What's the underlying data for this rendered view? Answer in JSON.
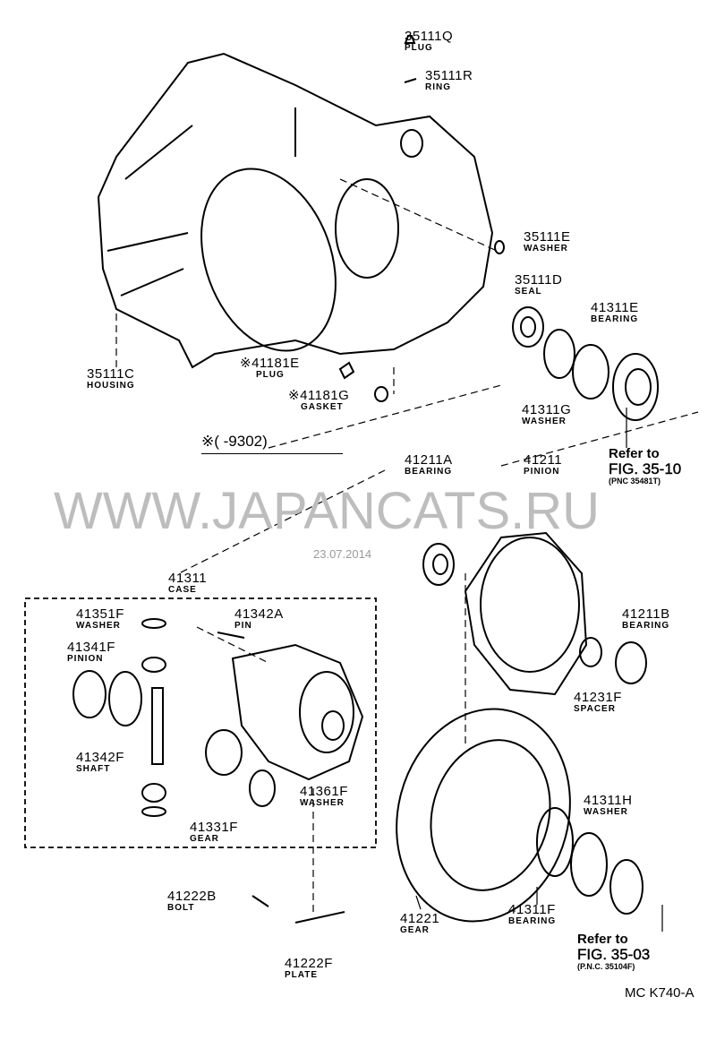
{
  "parts": {
    "p35111Q": {
      "num": "35111Q",
      "name": "PLUG"
    },
    "p35111R": {
      "num": "35111R",
      "name": "RING"
    },
    "p35111E": {
      "num": "35111E",
      "name": "WASHER"
    },
    "p35111D": {
      "num": "35111D",
      "name": "SEAL"
    },
    "p41311E": {
      "num": "41311E",
      "name": "BEARING"
    },
    "p41311G": {
      "num": "41311G",
      "name": "WASHER"
    },
    "p35111C": {
      "num": "35111C",
      "name": "HOUSING"
    },
    "p41181E": {
      "num": "※41181E",
      "name": "PLUG"
    },
    "p41181G": {
      "num": "※41181G",
      "name": "GASKET"
    },
    "p41211A": {
      "num": "41211A",
      "name": "BEARING"
    },
    "p41211": {
      "num": "41211",
      "name": "PINION"
    },
    "p41211B": {
      "num": "41211B",
      "name": "BEARING"
    },
    "p41231F": {
      "num": "41231F",
      "name": "SPACER"
    },
    "p41311": {
      "num": "41311",
      "name": "CASE"
    },
    "p41351F": {
      "num": "41351F",
      "name": "WASHER"
    },
    "p41342A": {
      "num": "41342A",
      "name": "PIN"
    },
    "p41341F": {
      "num": "41341F",
      "name": "PINION"
    },
    "p41342F": {
      "num": "41342F",
      "name": "SHAFT"
    },
    "p41361F": {
      "num": "41361F",
      "name": "WASHER"
    },
    "p41331F": {
      "num": "41331F",
      "name": "GEAR"
    },
    "p41311H": {
      "num": "41311H",
      "name": "WASHER"
    },
    "p41222B": {
      "num": "41222B",
      "name": "BOLT"
    },
    "p41221": {
      "num": "41221",
      "name": "GEAR"
    },
    "p41311F": {
      "num": "41311F",
      "name": "BEARING"
    },
    "p41222F": {
      "num": "41222F",
      "name": "PLATE"
    }
  },
  "refs": [
    {
      "a": "Refer to",
      "b": "FIG. 35-10",
      "c": "(PNC 35481T)"
    },
    {
      "a": "Refer to",
      "b": "FIG. 35-03",
      "c": "(P.N.C. 35104F)"
    }
  ],
  "note": "※(      -9302)",
  "watermark": "WWW.JAPANCATS.RU",
  "date": "23.07.2014",
  "code": "MC K740-A"
}
